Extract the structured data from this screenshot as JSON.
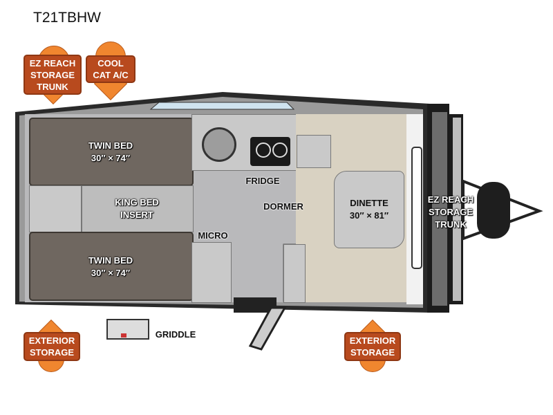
{
  "title": "T21TBHW",
  "badges": {
    "ez_reach_top": [
      "EZ REACH",
      "STORAGE",
      "TRUNK"
    ],
    "cool_cat": [
      "COOL",
      "CAT A/C"
    ],
    "exterior_left": [
      "EXTERIOR",
      "STORAGE"
    ],
    "exterior_right": [
      "EXTERIOR",
      "STORAGE"
    ]
  },
  "rooms": {
    "twin_bed_top": {
      "name": "TWIN BED",
      "size": "30″ × 74″"
    },
    "twin_bed_bottom": {
      "name": "TWIN BED",
      "size": "30″ × 74″"
    },
    "king_insert": [
      "KING BED",
      "INSERT"
    ],
    "fridge": "FRIDGE",
    "dormer": "DORMER",
    "micro": "MICRO",
    "dinette": {
      "name": "DINETTE",
      "size": "30″ × 81″"
    },
    "ez_reach_front": [
      "EZ REACH",
      "STORAGE",
      "TRUNK"
    ],
    "griddle": "GRIDDLE"
  },
  "colors": {
    "badge_plate": "#b84a1e",
    "badge_drop": "#f0862f"
  }
}
